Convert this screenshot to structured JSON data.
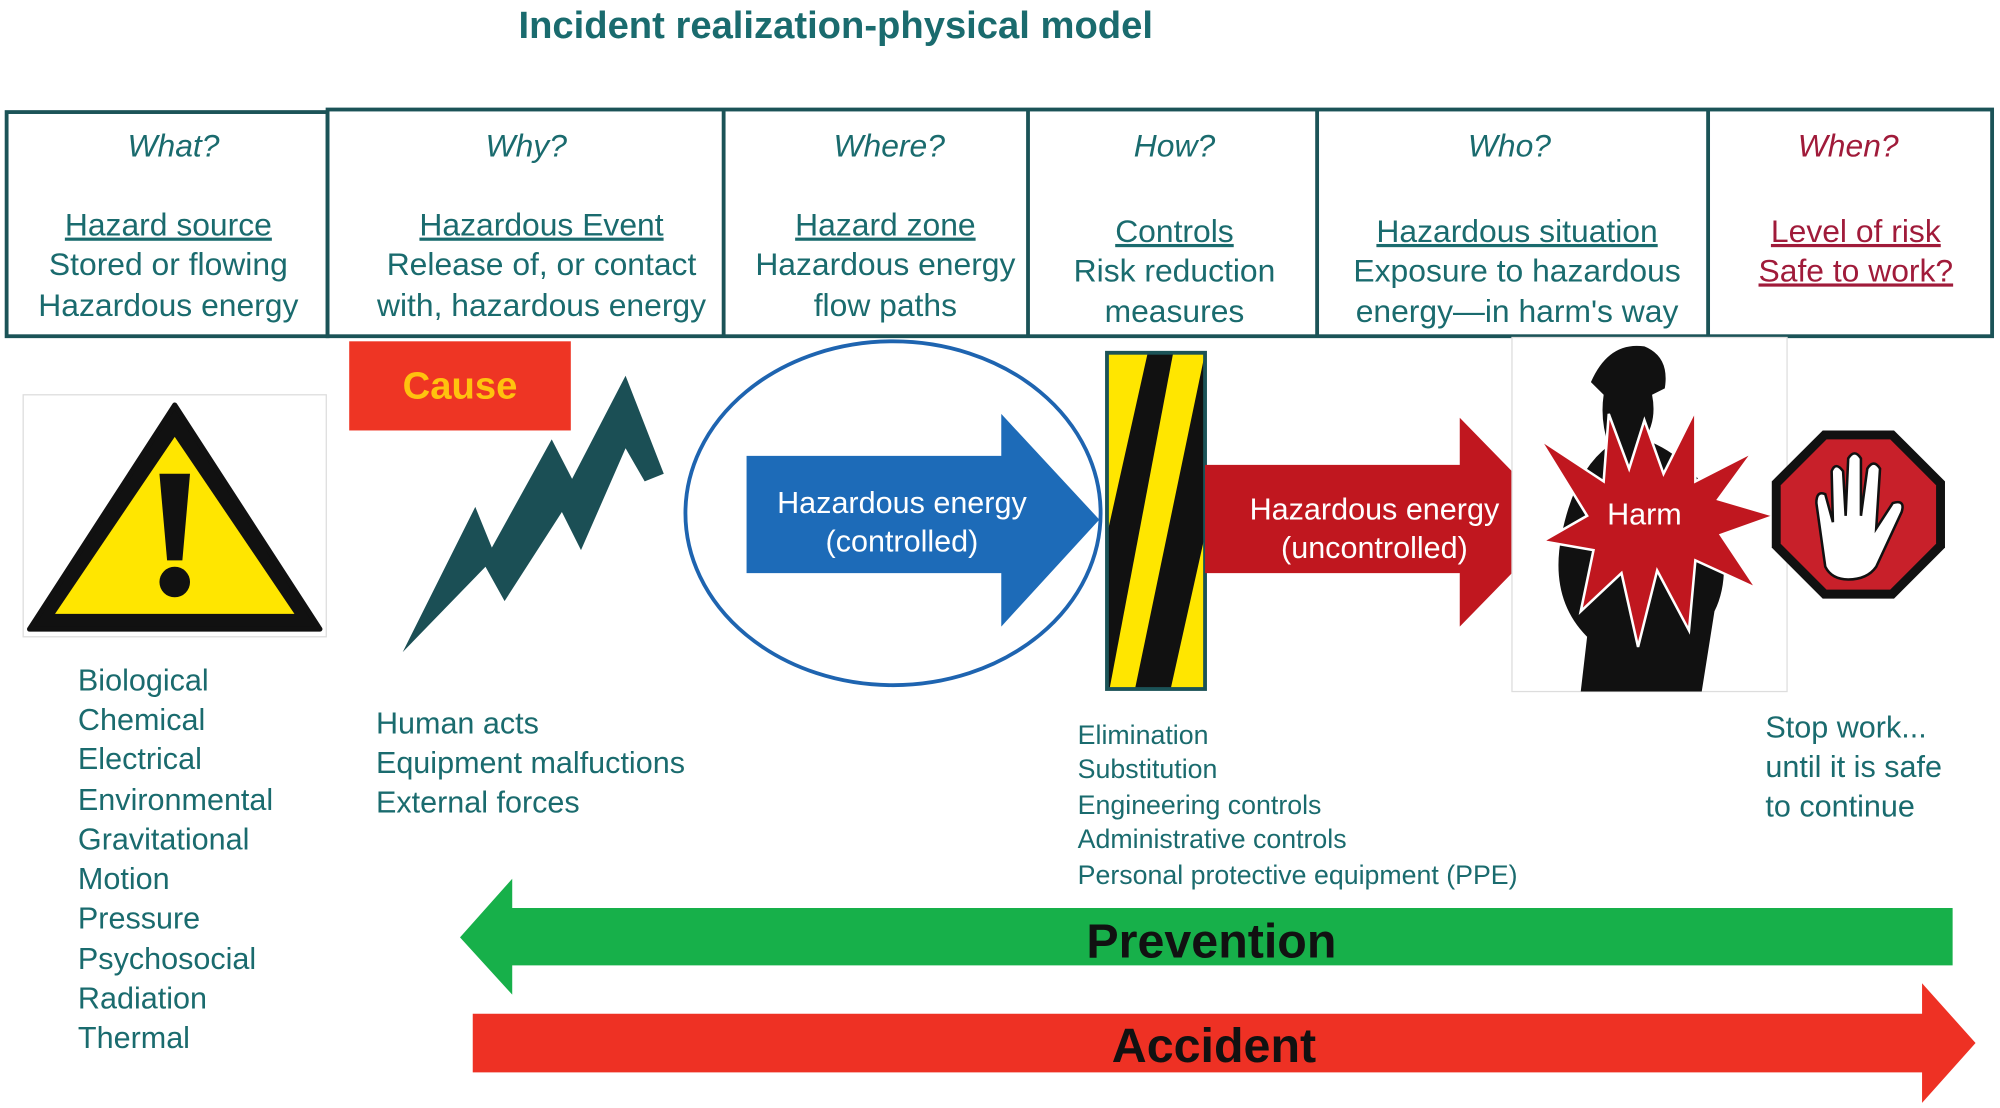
{
  "title": "Incident realization-physical model",
  "columns": [
    {
      "question": "What?",
      "heading": "Hazard source",
      "lines": [
        "Stored or flowing",
        "Hazardous energy"
      ]
    },
    {
      "question": "Why?",
      "heading": "Hazardous Event",
      "lines": [
        "Release of, or contact",
        "with, hazardous energy"
      ]
    },
    {
      "question": "Where?",
      "heading": "Hazard zone",
      "lines": [
        "Hazardous energy",
        "flow paths"
      ]
    },
    {
      "question": "How?",
      "heading": "Controls",
      "lines": [
        "Risk reduction",
        "measures"
      ]
    },
    {
      "question": "Who?",
      "heading": "Hazardous situation",
      "lines": [
        "Exposure to hazardous",
        "energy—in harm's way"
      ]
    },
    {
      "question": "When?",
      "heading": "Level of risk",
      "lines": [
        "Safe to work?"
      ]
    }
  ],
  "cause_label": "Cause",
  "controlled_arrow": [
    "Hazardous energy",
    "(controlled)"
  ],
  "uncontrolled_arrow": [
    "Hazardous energy",
    "(uncontrolled)"
  ],
  "harm_label": "Harm",
  "hazard_types": [
    "Biological",
    "Chemical",
    "Electrical",
    "Environmental",
    "Gravitational",
    "Motion",
    "Pressure",
    "Psychosocial",
    "Radiation",
    "Thermal"
  ],
  "causes": [
    "Human acts",
    "Equipment malfuctions",
    "External forces"
  ],
  "controls": [
    "Elimination",
    "Substitution",
    "Engineering controls",
    "Administrative controls",
    "Personal protective equipment (PPE)"
  ],
  "stop_work": [
    "Stop work...",
    "until it is safe",
    "to continue"
  ],
  "prevention_label": "Prevention",
  "accident_label": "Accident",
  "colors": {
    "teal": "#1a6b6e",
    "maroon": "#a01b3a",
    "blue": "#1d6bb8",
    "dark_red": "#c0171f",
    "green": "#17b04a",
    "red": "#ee3124",
    "yellow": "#ffe600"
  }
}
